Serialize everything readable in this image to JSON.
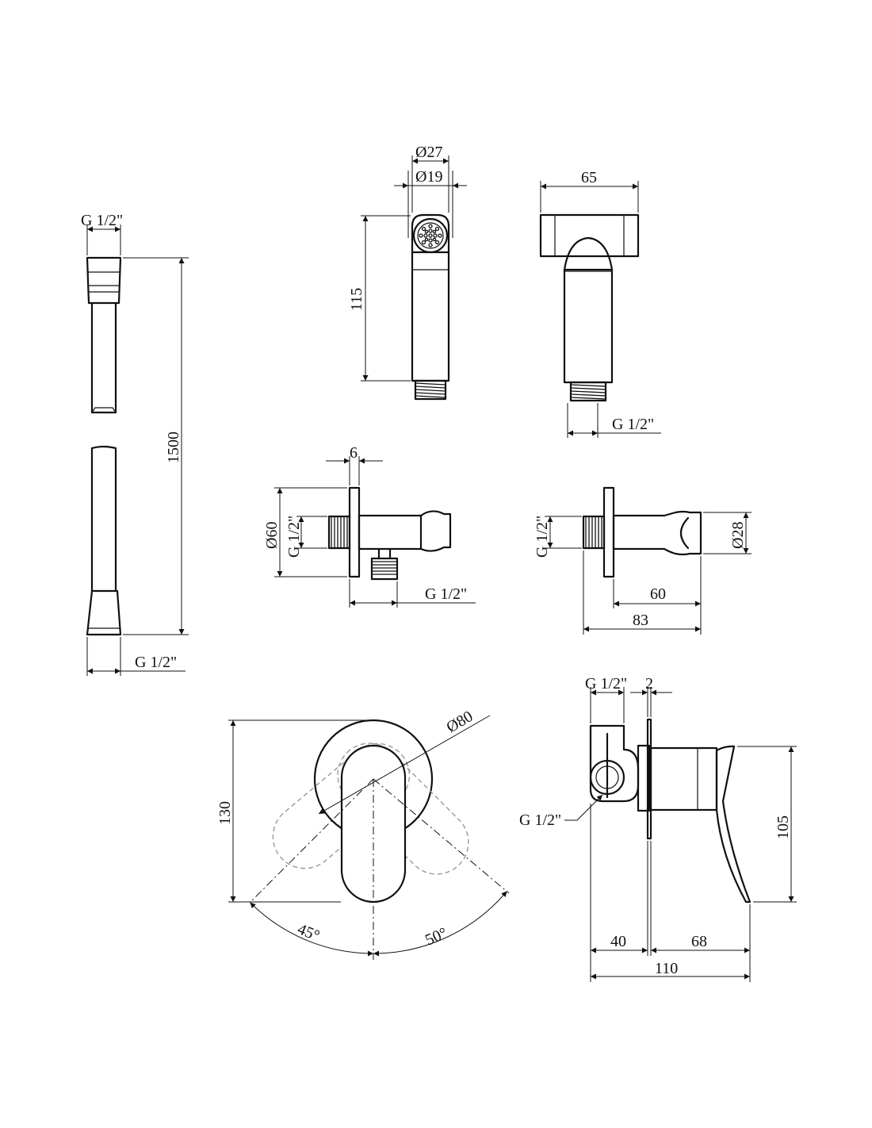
{
  "labels": {
    "hose_top_thread": "G 1/2\"",
    "hose_length": "1500",
    "hose_bottom_thread": "G 1/2\"",
    "head_outer_dia": "Ø27",
    "head_inner_dia": "Ø19",
    "head_height": "115",
    "head_width": "65",
    "head_thread": "G 1/2\"",
    "elbow_flange": "6",
    "elbow_dia": "Ø60",
    "elbow_side_thread": "G 1/2\"",
    "elbow_out_thread": "G 1/2\"",
    "holder_thread": "G 1/2\"",
    "holder_dia": "Ø28",
    "holder_depth": "60",
    "holder_total": "83",
    "mixer_dia": "Ø80",
    "mixer_height": "130",
    "mixer_left_angle": "45°",
    "mixer_right_angle": "50°",
    "side_top_thread": "G 1/2\"",
    "side_plate": "2",
    "side_out_thread": "G 1/2\"",
    "side_height": "105",
    "side_back": "40",
    "side_front": "68",
    "side_total": "110"
  }
}
